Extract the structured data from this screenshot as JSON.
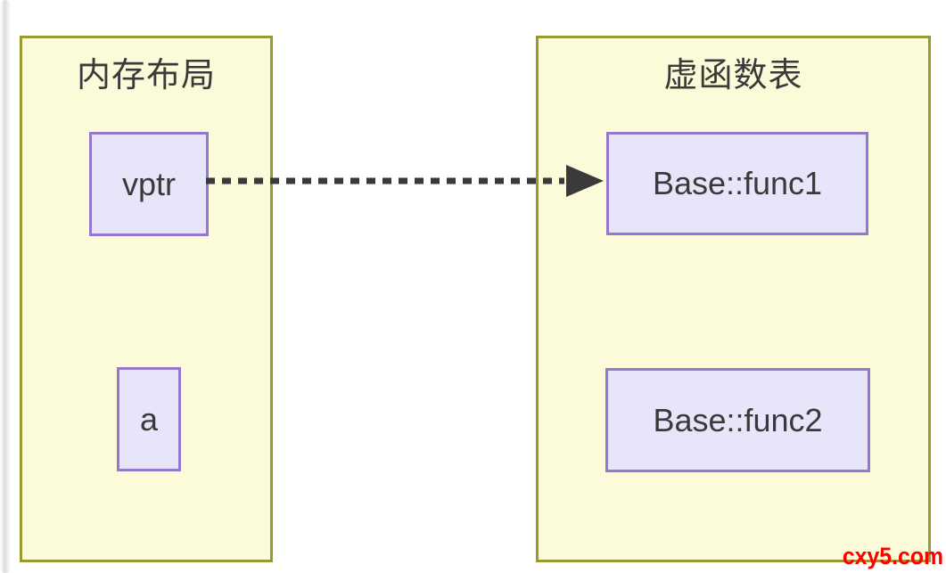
{
  "diagram": {
    "left_panel": {
      "title": "内存布局",
      "cells": {
        "vptr": {
          "label": "vptr"
        },
        "a": {
          "label": "a"
        }
      }
    },
    "right_panel": {
      "title": "虚函数表",
      "cells": {
        "func1": {
          "label": "Base::func1"
        },
        "func2": {
          "label": "Base::func2"
        }
      }
    },
    "arrow": {
      "from": "vptr",
      "to": "Base::func1",
      "style": "dashed"
    },
    "watermark": "cxy5.com",
    "colors": {
      "panel_fill": "#fbfbda",
      "panel_border": "#9a9a32",
      "cell_fill": "#e6e5f9",
      "cell_border": "#9577ce",
      "text": "#3a3a3a",
      "arrow": "#3a3a3a",
      "watermark": "#ff0000"
    }
  }
}
